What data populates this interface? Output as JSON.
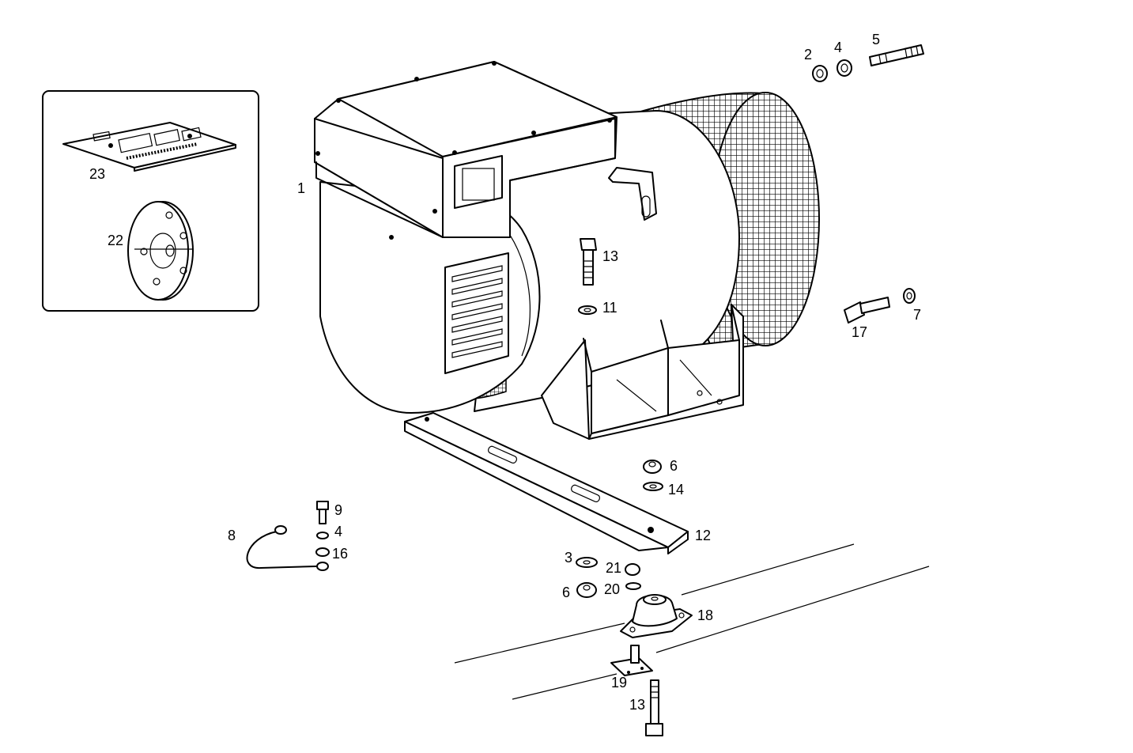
{
  "parts": [
    {
      "id": "label-1",
      "text": "1"
    },
    {
      "id": "label-2",
      "text": "2"
    },
    {
      "id": "label-4-top",
      "text": "4"
    },
    {
      "id": "label-5",
      "text": "5"
    },
    {
      "id": "label-13-top",
      "text": "13"
    },
    {
      "id": "label-11",
      "text": "11"
    },
    {
      "id": "label-17",
      "text": "17"
    },
    {
      "id": "label-7",
      "text": "7"
    },
    {
      "id": "label-6-top",
      "text": "6"
    },
    {
      "id": "label-14",
      "text": "14"
    },
    {
      "id": "label-12",
      "text": "12"
    },
    {
      "id": "label-9",
      "text": "9"
    },
    {
      "id": "label-8",
      "text": "8"
    },
    {
      "id": "label-4-bottom",
      "text": "4"
    },
    {
      "id": "label-16",
      "text": "16"
    },
    {
      "id": "label-3",
      "text": "3"
    },
    {
      "id": "label-21",
      "text": "21"
    },
    {
      "id": "label-6-bottom",
      "text": "6"
    },
    {
      "id": "label-20",
      "text": "20"
    },
    {
      "id": "label-18",
      "text": "18"
    },
    {
      "id": "label-19",
      "text": "19"
    },
    {
      "id": "label-13-bottom",
      "text": "13"
    },
    {
      "id": "label-23",
      "text": "23"
    },
    {
      "id": "label-22",
      "text": "22"
    }
  ]
}
